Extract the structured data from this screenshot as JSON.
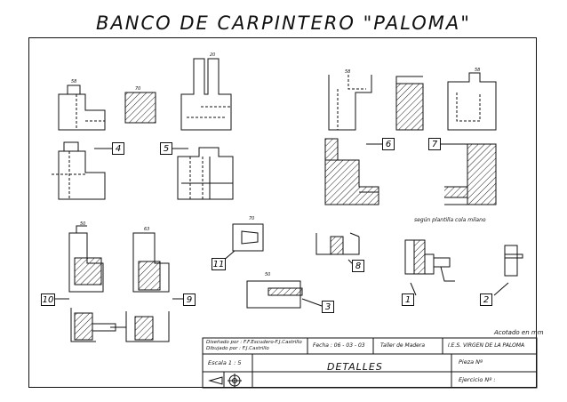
{
  "sheet_title": "BANCO DE CARPINTERO \"PALOMA\"",
  "scale_note": "Acotado en mm",
  "detail_numbers": [
    "4",
    "5",
    "6",
    "7",
    "8",
    "9",
    "10",
    "11",
    "1",
    "2",
    "3"
  ],
  "annotation": "según plantilla cola milano",
  "title_block": {
    "drawn_by_line1": "Diseñado por : F.F.Escudero-F.J.Castrillo",
    "drawn_by_line2": "Dibujado por : F.J.Castrillo",
    "date": "Fecha : 06 - 03 - 03",
    "workshop": "Taller de Madera",
    "school": "I.E.S. VIRGEN DE LA PALOMA",
    "scale": "Escala 1 : 5",
    "drawing_name": "DETALLES",
    "piece_no": "Pieza Nº",
    "exercise_no": "Ejercicio Nº :"
  }
}
